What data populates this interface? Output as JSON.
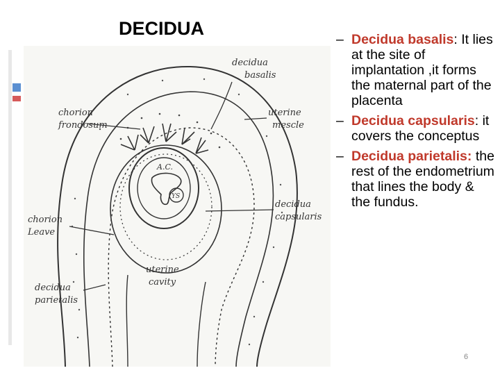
{
  "slide": {
    "title": "DECIDUA",
    "page_number": "6"
  },
  "figure": {
    "labels": {
      "decidua_basalis_1": "decidua",
      "decidua_basalis_2": "basalis",
      "chorion_frondosum_1": "chorion",
      "chorion_frondosum_2": "frondosum",
      "uterine_muscle_1": "uterine",
      "uterine_muscle_2": "mescle",
      "decidua_capsularis_1": "decidua",
      "decidua_capsularis_2": "capsularis",
      "chorion_leave_1": "chorion",
      "chorion_leave_2": "Leave",
      "uterine_cavity_1": "uterine",
      "uterine_cavity_2": "cavity",
      "decidua_parietalis_1": "decidua",
      "decidua_parietalis_2": "parietalis",
      "amniotic_cavity": "A.C.",
      "yolk_sac": "YS"
    }
  },
  "bullets": [
    {
      "term": "Decidua basalis",
      "sep": ":",
      "text": " It lies at the site of implantation ,it forms the maternal part of the placenta"
    },
    {
      "term": "Decidua capsularis",
      "sep": ":",
      "text": " it covers the conceptus"
    },
    {
      "term": "Decidua parietalis:",
      "sep": "",
      "text": " the rest of the endometrium that lines the body & the fundus."
    }
  ],
  "colors": {
    "term": "#c0392b",
    "ink": "#333333"
  }
}
